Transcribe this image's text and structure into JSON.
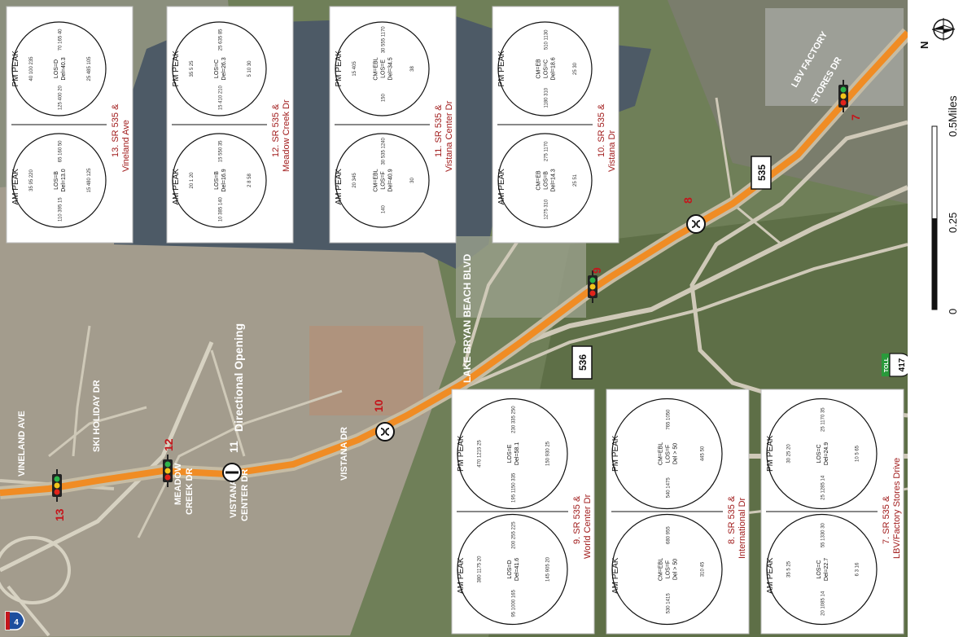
{
  "map": {
    "streets": {
      "vineland": "VINELAND AVE",
      "ski_holiday": "SKI HOLIDAY DR",
      "lake_bryan": "LAKE BRYAN BEACH BLVD",
      "vistana_dr": "VISTANA DR",
      "meadow_creek_1": "MEADOW",
      "meadow_creek_2": "CREEK DR",
      "vistana_center_1": "VISTANA",
      "vistana_center_2": "CENTER DR",
      "lbv_1": "LBV FACTORY",
      "lbv_2": "STORES DR"
    },
    "directional_opening": "Directional Opening",
    "shields": {
      "i4": "4",
      "sr536": "536",
      "sr535": "535",
      "toll417": "417",
      "toll_label": "TOLL"
    },
    "markers": {
      "m7": "7",
      "m8": "8",
      "m9": "9",
      "m10": "10",
      "m11": "11",
      "m12": "12",
      "m13": "13"
    },
    "scale": {
      "label": "Miles",
      "t0": "0",
      "t1": "0.25",
      "t2": "0.5"
    },
    "north": "N"
  },
  "panels": {
    "am_label": "AM PEAK",
    "pm_label": "PM PEAK",
    "p13": {
      "title1": "13. SR 535 &",
      "title2": "Vineland Ave",
      "am_los": "LOS=B",
      "am_delay": "Del=13.0",
      "pm_los": "LOS=D",
      "pm_delay": "Del=40.3",
      "am_vols": [
        "65 160 50",
        "15 480 125",
        "110 395 15",
        "35 95 220"
      ],
      "pm_vols": [
        "70 165 40",
        "25 485 105",
        "125 400 20",
        "40 100 235"
      ]
    },
    "p12": {
      "title1": "12. SR 535 &",
      "title2": "Meadow Creek Dr",
      "am_los": "LOS=B",
      "am_delay": "Del=16.9",
      "pm_los": "LOS=C",
      "pm_delay": "Del=26.3",
      "am_vols": [
        "15 550 35",
        "2 8 58",
        "10 385 140",
        "20 1 20"
      ],
      "pm_vols": [
        "25 635 85",
        "5 10 30",
        "15 410 210",
        "35 5 25"
      ]
    },
    "p11": {
      "title1": "11. SR 535 &",
      "title2": "Vistana Center Dr",
      "am_los": "LOS=F",
      "am_delay": "Del=40.9",
      "pm_los": "LOS=E",
      "pm_delay": "Del=34.5",
      "am_cm": "CM=EBL",
      "pm_cm": "CM=EBL",
      "am_vols": [
        "30 535 1240",
        "30",
        "140",
        "20 345"
      ],
      "pm_vols": [
        "30 555 1170",
        "38",
        "150",
        "15 405"
      ]
    },
    "p10": {
      "title1": "10. SR 535 &",
      "title2": "Vistana Dr",
      "am_los": "LOS=B",
      "am_delay": "Del=14.3",
      "pm_los": "LOS=C",
      "pm_delay": "Del=18.6",
      "am_cm": "CM=EB",
      "pm_cm": "CM=EB",
      "am_vols": [
        "275 1170",
        "25 51",
        "1275 310"
      ],
      "pm_vols": [
        "510 1130",
        "25 30",
        "1180 310"
      ]
    },
    "p9": {
      "title1": "9. SR 535 &",
      "title2": "World Center Dr",
      "am_los": "LOS=D",
      "am_delay": "Del=41.6",
      "pm_los": "LOS=E",
      "pm_delay": "Del=58.1",
      "am_vols": [
        "200 255 225",
        "145 905 20",
        "95 1000 165",
        "380 1175 20"
      ],
      "pm_vols": [
        "230 335 250",
        "150 930 25",
        "195 1150 335",
        "470 1215 25"
      ]
    },
    "p8": {
      "title1": "8. SR 535 &",
      "title2": "International Dr",
      "am_los": "LOS=F",
      "am_delay": "Del > 50",
      "pm_los": "LOS=F",
      "pm_delay": "Del > 50",
      "am_cm": "CM=EBL",
      "pm_cm": "CM=EBL",
      "am_vols": [
        "680 955",
        "310 45",
        "530 1415"
      ],
      "pm_vols": [
        "765 1050",
        "445 50",
        "540 1475"
      ]
    },
    "p7": {
      "title1": "7. SR 535 &",
      "title2": "LBV/Factory Stores Drive",
      "am_los": "LOS=C",
      "am_delay": "Del=22.7",
      "pm_los": "LOS=C",
      "pm_delay": "Del=24.9",
      "am_vols": [
        "55 1330 30",
        "6 3 16",
        "20 1085 14",
        "35 5 25"
      ],
      "pm_vols": [
        "25 1170 35",
        "10 5 65",
        "25 1285 14",
        "30 25 20"
      ]
    }
  }
}
